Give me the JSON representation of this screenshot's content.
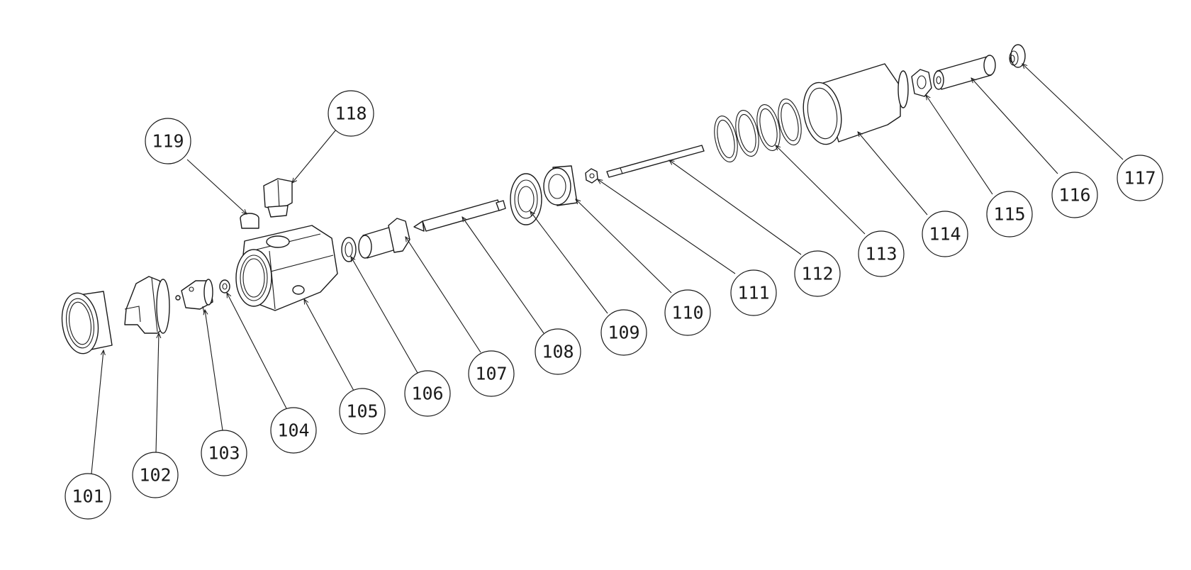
{
  "callouts": [
    {
      "id": "101",
      "label": "101"
    },
    {
      "id": "102",
      "label": "102"
    },
    {
      "id": "103",
      "label": "103"
    },
    {
      "id": "104",
      "label": "104"
    },
    {
      "id": "105",
      "label": "105"
    },
    {
      "id": "106",
      "label": "106"
    },
    {
      "id": "107",
      "label": "107"
    },
    {
      "id": "108",
      "label": "108"
    },
    {
      "id": "109",
      "label": "109"
    },
    {
      "id": "110",
      "label": "110"
    },
    {
      "id": "111",
      "label": "111"
    },
    {
      "id": "112",
      "label": "112"
    },
    {
      "id": "113",
      "label": "113"
    },
    {
      "id": "114",
      "label": "114"
    },
    {
      "id": "115",
      "label": "115"
    },
    {
      "id": "116",
      "label": "116"
    },
    {
      "id": "117",
      "label": "117"
    },
    {
      "id": "118",
      "label": "118"
    },
    {
      "id": "119",
      "label": "119"
    }
  ]
}
